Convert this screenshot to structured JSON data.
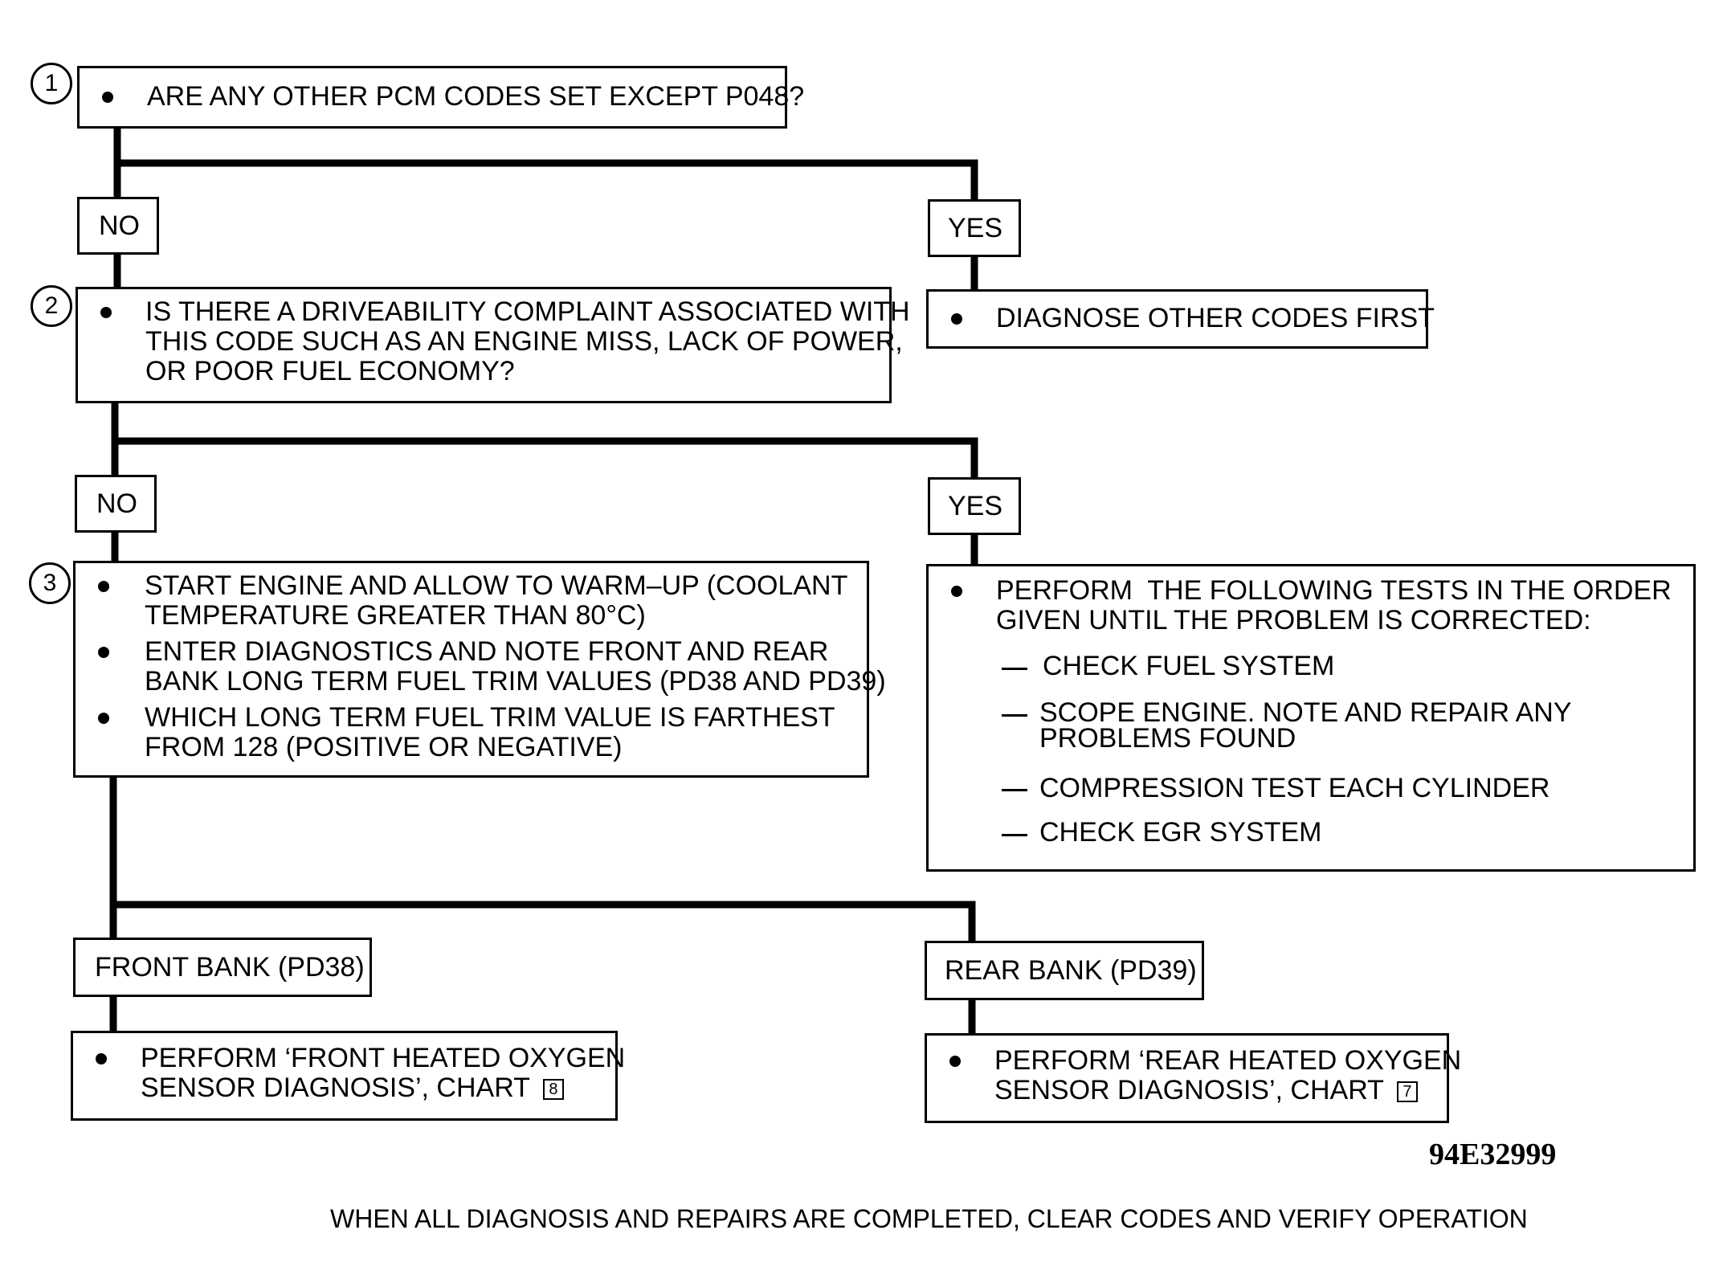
{
  "steps": [
    {
      "number": "1",
      "lines": [
        "ARE ANY OTHER PCM CODES SET EXCEPT P048?"
      ]
    },
    {
      "number": "2",
      "lines": [
        "IS THERE A DRIVEABILITY COMPLAINT ASSOCIATED WITH",
        "THIS CODE SUCH AS AN ENGINE MISS, LACK OF POWER,",
        "OR POOR FUEL ECONOMY?"
      ]
    },
    {
      "number": "3",
      "bullets": [
        [
          "START ENGINE AND ALLOW TO WARM–UP (COOLANT",
          "TEMPERATURE GREATER THAN 80°C)"
        ],
        [
          "ENTER DIAGNOSTICS AND NOTE FRONT AND REAR",
          "BANK LONG TERM FUEL TRIM VALUES (PD38 AND PD39)"
        ],
        [
          "WHICH LONG TERM FUEL TRIM VALUE IS FARTHEST",
          "FROM 128 (POSITIVE OR NEGATIVE)"
        ]
      ]
    }
  ],
  "labels": {
    "no": "NO",
    "yes": "YES",
    "front_bank": "FRONT BANK (PD38)",
    "rear_bank": "REAR BANK (PD39)"
  },
  "actions": {
    "other_codes": "DIAGNOSE OTHER CODES FIRST",
    "perform_tests": [
      "PERFORM  THE FOLLOWING TESTS IN THE ORDER",
      "GIVEN UNTIL THE PROBLEM IS CORRECTED:"
    ],
    "tests": [
      [
        "CHECK FUEL SYSTEM"
      ],
      [
        "SCOPE ENGINE. NOTE AND REPAIR ANY",
        "PROBLEMS FOUND"
      ],
      [
        "COMPRESSION TEST EACH CYLINDER"
      ],
      [
        "CHECK EGR SYSTEM"
      ]
    ],
    "front_chart": [
      "PERFORM ‘FRONT HEATED OXYGEN",
      "SENSOR DIAGNOSIS’, CHART"
    ],
    "front_chart_ref": "8",
    "rear_chart": [
      "PERFORM ‘REAR HEATED OXYGEN",
      "SENSOR DIAGNOSIS’, CHART"
    ],
    "rear_chart_ref": "7"
  },
  "diagram_id": "94E32999",
  "footer": "WHEN ALL DIAGNOSIS AND REPAIRS ARE COMPLETED, CLEAR CODES AND VERIFY OPERATION"
}
